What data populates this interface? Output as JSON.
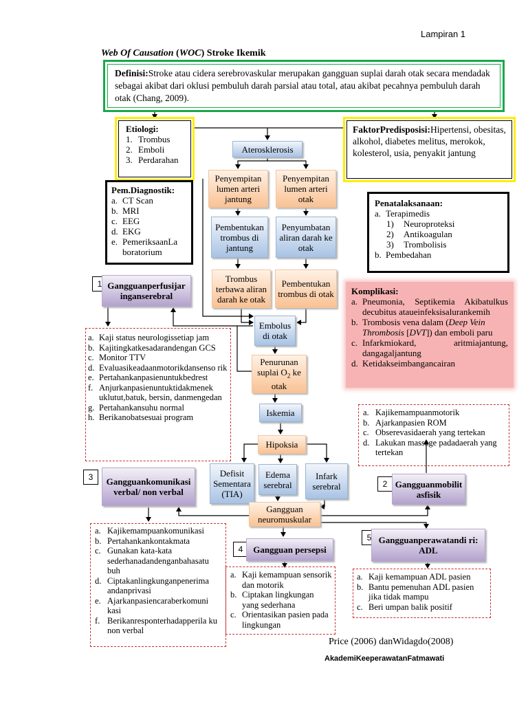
{
  "header": {
    "lampiran": "Lampiran 1"
  },
  "title": {
    "prefix": "Web Of Causation",
    "paren": "WOC",
    "rest": "Stroke Ikemik"
  },
  "definisi": {
    "label": "Definisi:",
    "text": "Stroke atau cidera serebrovaskular merupakan gangguan suplai darah otak secara mendadak sebagai akibat dari oklusi pembuluh darah parsial atau total, atau akibat pecahnya pembuluh darah otak (Chang, 2009)."
  },
  "etiologi": {
    "label": "Etiologi:",
    "items": [
      "Trombus",
      "Emboli",
      "Perdarahan"
    ],
    "markers": [
      "1.",
      "2.",
      "3."
    ]
  },
  "faktor": {
    "label": "FaktorPredisposisi:",
    "text": "Hipertensi, obesitas, alkohol, diabetes melitus, merokok, kolesterol, usia, penyakit jantung"
  },
  "diagnostik": {
    "label": "Pem.Diagnostik:",
    "markers": [
      "a.",
      "b.",
      "c.",
      "d.",
      "e."
    ],
    "items": [
      "CT Scan",
      "MRI",
      "EEG",
      "EKG",
      "PemeriksaanLa boratorium"
    ]
  },
  "penatalaksanaan": {
    "label": "Penatalaksanaan:",
    "a": "Terapimedis",
    "subitems": [
      {
        "m": "1)",
        "t": "Neuroproteksi"
      },
      {
        "m": "2)",
        "t": "Antikoagulan"
      },
      {
        "m": "3)",
        "t": "Trombolisis"
      }
    ],
    "b": "Pembedahan"
  },
  "komplikasi": {
    "label": "Komplikasi:",
    "a": "Pneumonia, Septikemia Akibatulkus decubitus ataueinfeksisalurankemih",
    "b_pre": "Trombosis vena dalam (",
    "b_italic1": "Deep Vein Thrombosis",
    "b_mid": " [",
    "b_italic2": "DVT",
    "b_post": "]) dan emboli paru",
    "c": "Infarkmiokard, aritmiajantung, dangagaljantung",
    "d": "Ketidakseimbangancairan"
  },
  "flow": {
    "aterosklerosis": "Aterosklerosis",
    "penyempitan_jantung": "Penyempitan lumen arteri jantung",
    "penyempitan_otak": "Penyempitan lumen arteri otak",
    "pembentukan_trombus_jantung": "Pembentukan trombus di jantung",
    "penyumbatan": "Penyumbatan aliran darah ke otak",
    "trombus_terbawa": "Trombus terbawa aliran darah ke otak",
    "pembentukan_trombus_otak": "Pembentukan trombus di otak",
    "embolus": "Embolus di otak",
    "penurunan_pre": "Penurunan suplai O",
    "penurunan_sub": "2",
    "penurunan_post": " ke otak",
    "iskemia": "Iskemia",
    "hipoksia": "Hipoksia",
    "defisit": "Defisit Sementara (TIA)",
    "edema": "Edema serebral",
    "infark": "Infark serebral",
    "neuromuskular": "Gangguan neuromuskular"
  },
  "problems": [
    {
      "number": "1",
      "title": "Gangguanperfusijar inganserebral"
    },
    {
      "number": "2",
      "title": "Gangguanmobilit asfisik"
    },
    {
      "number": "3",
      "title": "Gangguankomunikasi verbal/ non verbal"
    },
    {
      "number": "4",
      "title": "Gangguan persepsi"
    },
    {
      "number": "5",
      "title": "Gangguanperawatandi ri: ADL"
    }
  ],
  "interventions": {
    "perfusi": {
      "markers": [
        "a.",
        "b.",
        "c.",
        "d.",
        "e.",
        "f.",
        "g.",
        "h."
      ],
      "items": [
        "Kaji status neurologissetiap jam",
        "Kajitingkatkesadarandengan GCS",
        "Monitor TTV",
        "Evaluasikeadaanmotorikdansenso rik",
        "Pertahankanpasienuntukbedrest",
        "Anjurkanpasienuntuktidakmenek uklutut,batuk, bersin, danmengedan",
        "Pertahankansuhu normal",
        "Berikanobatsesuai program"
      ]
    },
    "mobilitas": {
      "markers": [
        "a.",
        "b.",
        "c.",
        "d."
      ],
      "items": [
        "Kajikemampuanmotorik",
        "Ajarkanpasien ROM",
        "Obserevasidaerah yang tertekan",
        "Lakukan massage padadaerah yang tertekan"
      ]
    },
    "komunikasi": {
      "markers": [
        "a.",
        "b.",
        "c.",
        "d.",
        "e.",
        "f."
      ],
      "items": [
        "Kajikemampuankomunikasi",
        "Pertahankankontakmata",
        "Gunakan kata-kata sederhanadandenganbahasatu buh",
        "Ciptakanlingkunganpenerima andanprivasi",
        "Ajarkanpasiencaraberkomuni kasi",
        "Berikanresponterhadapperila ku non verbal"
      ]
    },
    "persepsi": {
      "markers": [
        "a.",
        "b.",
        "c."
      ],
      "items": [
        "Kaji kemampuan sensorik dan motorik",
        "Ciptakan lingkungan yang sederhana",
        "Orientasikan pasien pada lingkungan"
      ]
    },
    "adl": {
      "markers": [
        "a.",
        "b.",
        "c."
      ],
      "items": [
        "Kaji kemampuan ADL pasien",
        "Bantu pemenuhan ADL pasien jika tidak mampu",
        "Beri umpan balik positif"
      ]
    }
  },
  "citation": "Price (2006) danWidagdo(2008)",
  "footer": "AkademiKeeperawatanFatmawati",
  "colors": {
    "definisi_border": "#1aa84a",
    "yellow_border": "#ffee00",
    "dashed_red": "#c62f2f",
    "komplikasi_bg": "#f7b3b3"
  }
}
